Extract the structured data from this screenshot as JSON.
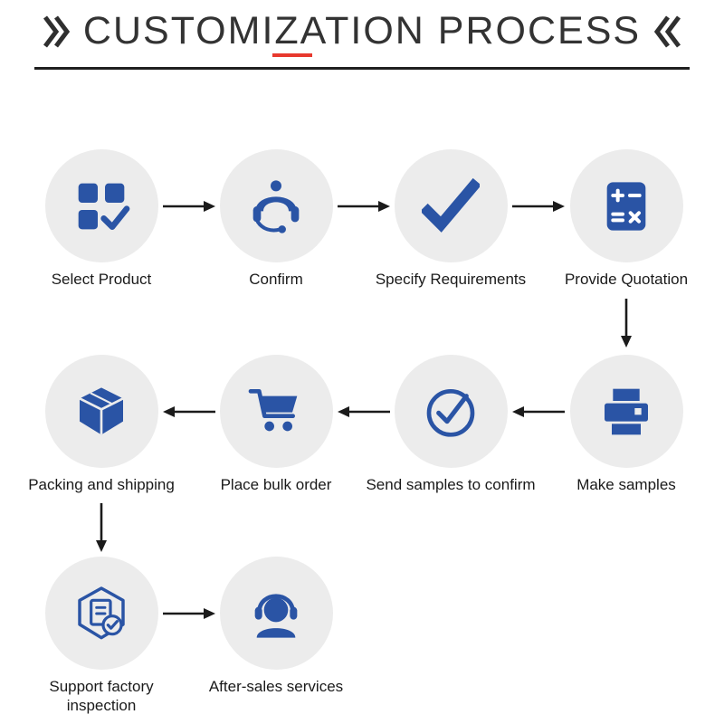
{
  "title": {
    "text": "CUSTOMIZATION PROCESS",
    "left_mark": "double-chevron-right",
    "right_mark": "double-chevron-left"
  },
  "colors": {
    "icon_blue": "#2a54a5",
    "circle_gray": "#ececec",
    "arrow_black": "#1b1b1b",
    "underline_red": "#e8392e",
    "title_gray": "#333333"
  },
  "rows": [
    {
      "direction": "right",
      "steps": [
        {
          "label": "Select Product",
          "icon": "product-grid-icon"
        },
        {
          "label": "Confirm",
          "icon": "support-agent-icon"
        },
        {
          "label": "Specify Requirements",
          "icon": "checkmark-icon"
        },
        {
          "label": "Provide Quotation",
          "icon": "calculator-icon"
        }
      ]
    },
    {
      "direction": "left",
      "steps": [
        {
          "label": "Packing and shipping",
          "icon": "package-box-icon"
        },
        {
          "label": "Place bulk order",
          "icon": "shopping-cart-icon"
        },
        {
          "label": "Send samples to confirm",
          "icon": "check-circle-icon"
        },
        {
          "label": "Make samples",
          "icon": "printer-icon"
        }
      ]
    },
    {
      "direction": "right",
      "steps": [
        {
          "label": "Support factory inspection",
          "icon": "factory-inspection-icon"
        },
        {
          "label": "After-sales services",
          "icon": "headset-person-icon"
        }
      ]
    }
  ]
}
